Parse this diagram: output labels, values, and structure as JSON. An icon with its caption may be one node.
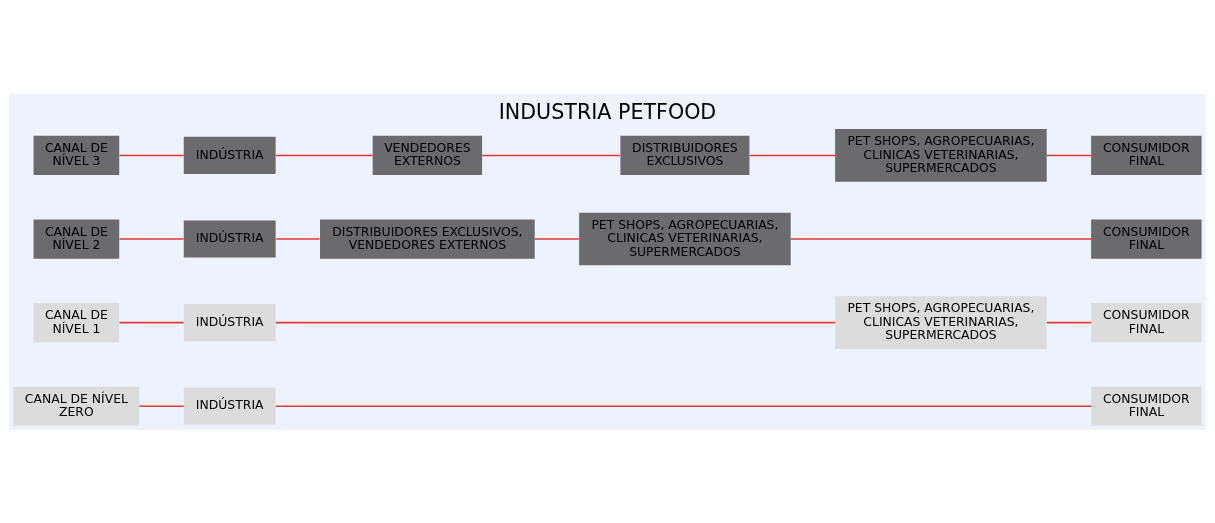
{
  "diagram": {
    "title": "INDUSTRIA PETFOOD",
    "nodes": [
      {
        "text": [
          "CANAL DE NÍVEL ZERO"
        ]
      },
      {
        "text": [
          "INDÚSTRIA"
        ]
      },
      {
        "text": [
          "CONSUMIDOR FINAL"
        ]
      },
      {
        "text": [
          "CANAL DE NÍVEL 1"
        ]
      },
      {
        "text": [
          "INDÚSTRIA"
        ]
      },
      {
        "text": [
          "PET SHOPS, AGROPECUARIAS, CLINICAS VETERINARIAS, SUPERMERCADOS"
        ]
      },
      {
        "text": [
          "CONSUMIDOR FINAL"
        ]
      },
      {
        "text": [
          "CANAL DE NÍVEL 2"
        ]
      },
      {
        "text": [
          "INDÚSTRIA"
        ]
      },
      {
        "text": [
          "DISTRIBUIDORES EXCLUSIVOS, VENDEDORES EXTERNOS"
        ]
      },
      {
        "text": [
          "PET SHOPS, AGROPECUARIAS, CLINICAS VETERINARIAS, SUPERMERCADOS"
        ]
      },
      {
        "text": [
          "CONSUMIDOR FINAL"
        ]
      },
      {
        "text": [
          "CANAL DE NÍVEL 3"
        ]
      },
      {
        "text": [
          "INDÚSTRIA"
        ]
      },
      {
        "text": [
          "VENDEDORES EXTERNOS"
        ]
      },
      {
        "text": [
          "DISTRIBUIDORES EXCLUSIVOS"
        ]
      },
      {
        "text": [
          "PET SHOPS, AGROPECUARIAS, CLINICAS VETERINARIAS, SUPERMERCADOS"
        ]
      },
      {
        "text": [
          "CONSUMIDOR FINAL"
        ]
      }
    ],
    "edges": [
      {
        "from": 0,
        "to": 1,
        "arrow": "none"
      },
      {
        "from": 1,
        "to": 2,
        "arrow": "none"
      },
      {
        "from": 3,
        "to": 4,
        "arrow": "none"
      },
      {
        "from": 4,
        "to": 5,
        "arrow": "none"
      },
      {
        "from": 5,
        "to": 6,
        "arrow": "none"
      },
      {
        "from": 7,
        "to": 8,
        "arrow": "none"
      },
      {
        "from": 8,
        "to": 9,
        "arrow": "none"
      },
      {
        "from": 9,
        "to": 10,
        "arrow": "none"
      },
      {
        "from": 10,
        "to": 11,
        "arrow": "none"
      },
      {
        "from": 12,
        "to": 13,
        "arrow": "none"
      },
      {
        "from": 13,
        "to": 14,
        "arrow": "none"
      },
      {
        "from": 14,
        "to": 15,
        "arrow": "none"
      },
      {
        "from": 15,
        "to": 16,
        "arrow": "none"
      },
      {
        "from": 16,
        "to": 17,
        "arrow": "none"
      }
    ]
  }
}
